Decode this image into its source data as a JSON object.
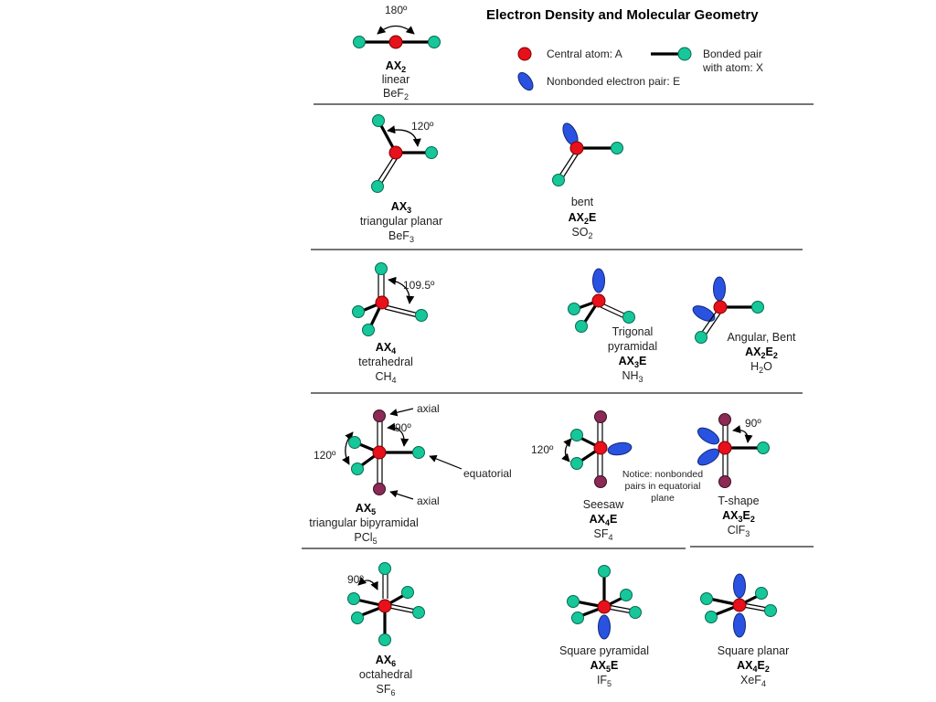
{
  "title": "Electron Density and Molecular Geometry",
  "legend": {
    "central_atom": "Central atom: A",
    "bonded_pair_line1": "Bonded pair",
    "bonded_pair_line2": "with atom: X",
    "nonbonded_pair": "Nonbonded electron pair: E"
  },
  "colors": {
    "central_atom": "#e8101a",
    "bonded_atom": "#16c79a",
    "lone_pair": "#2a52e0",
    "axial_atom": "#8b2a55",
    "bond": "#000000"
  },
  "angles": {
    "linear": "180º",
    "trigonal": "120º",
    "tetrahedral": "109.5º",
    "tbp_axial": "90º",
    "tbp_equatorial": "120º",
    "seesaw": "120º",
    "tshape": "90º",
    "octahedral": "90º"
  },
  "annotations": {
    "axial_top": "axial",
    "axial_bottom": "axial",
    "equatorial": "equatorial",
    "notice_line1": "Notice: nonbonded",
    "notice_line2": "pairs in equatorial",
    "notice_line3": "plane"
  },
  "molecules": {
    "ax2": {
      "f": {
        "main": "AX",
        "sub": "2"
      },
      "geometry": "linear",
      "ex": {
        "main": "BeF",
        "sub": "2"
      }
    },
    "ax3": {
      "f": {
        "main": "AX",
        "sub": "3"
      },
      "geometry": "triangular planar",
      "ex": {
        "main": "BeF",
        "sub": "3"
      }
    },
    "ax2e": {
      "f": {
        "main": "AX",
        "sub": "2",
        "tail": "E"
      },
      "geometry": "bent",
      "ex": {
        "main": "SO",
        "sub": "2"
      }
    },
    "ax4": {
      "f": {
        "main": "AX",
        "sub": "4"
      },
      "geometry": "tetrahedral",
      "ex": {
        "main": "CH",
        "sub": "4"
      }
    },
    "ax3e": {
      "f": {
        "main": "AX",
        "sub": "3",
        "tail": "E"
      },
      "geometry_line1": "Trigonal",
      "geometry_line2": "pyramidal",
      "ex": {
        "main": "NH",
        "sub": "3"
      }
    },
    "ax2e2": {
      "f": {
        "main": "AX",
        "sub": "2",
        "tail": "E",
        "tail_sub": "2"
      },
      "geometry": "Angular, Bent",
      "ex": {
        "main": "H",
        "sub": "2",
        "tail": "O"
      }
    },
    "ax5": {
      "f": {
        "main": "AX",
        "sub": "5"
      },
      "geometry": "triangular bipyramidal",
      "ex": {
        "main": "PCl",
        "sub": "5"
      }
    },
    "ax4e": {
      "f": {
        "main": "AX",
        "sub": "4",
        "tail": "E"
      },
      "geometry": "Seesaw",
      "ex": {
        "main": "SF",
        "sub": "4"
      }
    },
    "ax3e2": {
      "f": {
        "main": "AX",
        "sub": "3",
        "tail": "E",
        "tail_sub": "2"
      },
      "geometry": "T-shape",
      "ex": {
        "main": "ClF",
        "sub": "3"
      }
    },
    "ax6": {
      "f": {
        "main": "AX",
        "sub": "6"
      },
      "geometry": "octahedral",
      "ex": {
        "main": "SF",
        "sub": "6"
      }
    },
    "ax5e": {
      "f": {
        "main": "AX",
        "sub": "5",
        "tail": "E"
      },
      "geometry": "Square pyramidal",
      "ex": {
        "main": "IF",
        "sub": "5"
      }
    },
    "ax4e2": {
      "f": {
        "main": "AX",
        "sub": "4",
        "tail": "E",
        "tail_sub": "2"
      },
      "geometry": "Square planar",
      "ex": {
        "main": "XeF",
        "sub": "4"
      }
    }
  }
}
